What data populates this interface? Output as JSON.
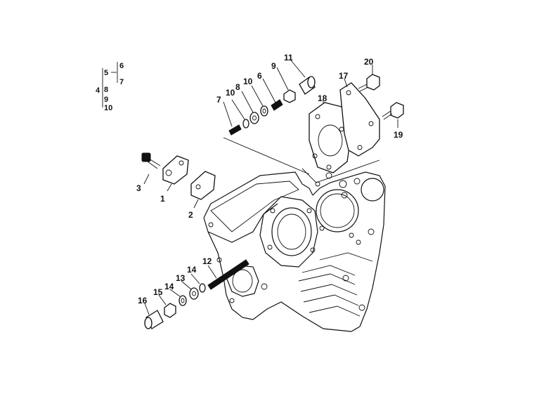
{
  "diagram": {
    "part_numbers": [
      "1",
      "2",
      "3",
      "6",
      "7",
      "8",
      "9",
      "10",
      "10",
      "11",
      "12",
      "13",
      "14",
      "14",
      "15",
      "16",
      "17",
      "18",
      "19",
      "20"
    ],
    "tree": {
      "root": "4",
      "branches": [
        "5",
        "6",
        "7",
        "8",
        "9",
        "10"
      ]
    }
  }
}
